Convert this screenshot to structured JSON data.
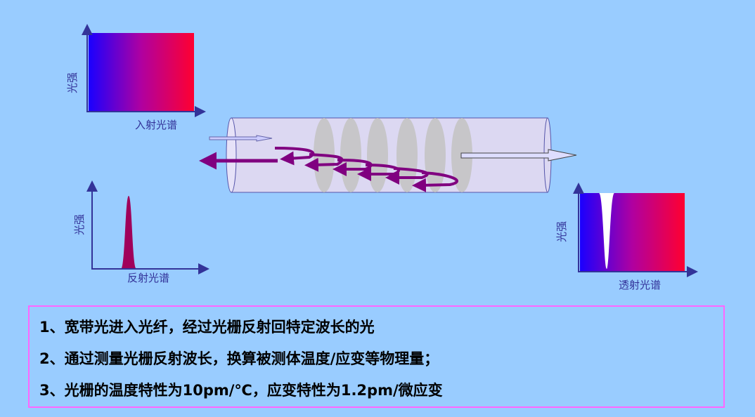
{
  "diagram": {
    "incident_chart": {
      "y_label": "光强",
      "x_label": "入射光谱"
    },
    "reflected_chart": {
      "y_label": "光强",
      "x_label": "反射光谱"
    },
    "transmitted_chart": {
      "y_label": "光强",
      "x_label": "透射光谱"
    },
    "grating_count": 6,
    "colors": {
      "background": "#99ccff",
      "fiber": "#dcd8f2",
      "grating": "#c4c4c4",
      "reflection": "#800080",
      "peak": "#a0005a",
      "axis": "#333399",
      "border": "#ff66ff"
    }
  },
  "notes": [
    "1、宽带光进入光纤，经过光栅反射回特定波长的光",
    "2、通过测量光栅反射波长，换算被测体温度/应变等物理量；",
    "3、光栅的温度特性为10pm/℃，应变特性为1.2pm/微应变"
  ]
}
